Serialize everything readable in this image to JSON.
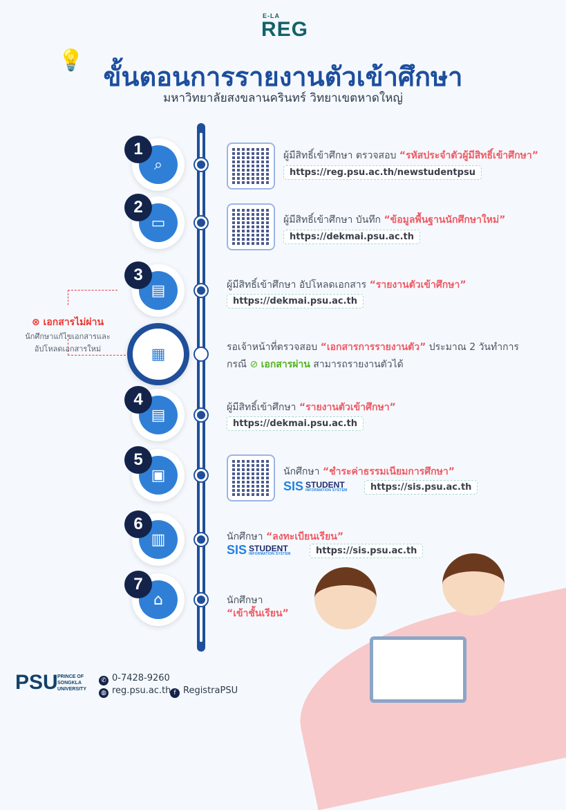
{
  "header": {
    "logo_top": "E-LA",
    "logo": "REG",
    "title": "ขั้นตอนการรายงานตัวเข้าศึกษา",
    "subtitle": "มหาวิทยาลัยสงขลานครินทร์ วิทยาเขตหาดใหญ่"
  },
  "steps": [
    {
      "num": "1",
      "icon": "search-user-icon",
      "text": "ผู้มีสิทธิ์เข้าศึกษา ตรวจสอบ ",
      "highlight": "“รหัสประจำตัวผู้มีสิทธิ์เข้าศึกษา”",
      "url": "https://reg.psu.ac.th/newstudentpsu"
    },
    {
      "num": "2",
      "icon": "computer-form-icon",
      "text": "ผู้มีสิทธิ์เข้าศึกษา บันทึก ",
      "highlight": "“ข้อมูลพื้นฐานนักศึกษาใหม่”",
      "url": "https://dekmai.psu.ac.th"
    },
    {
      "num": "3",
      "icon": "document-upload-icon",
      "text": "ผู้มีสิทธิ์เข้าศึกษา อัปโหลดเอกสาร ",
      "highlight": "“รายงานตัวเข้าศึกษา”",
      "url": "https://dekmai.psu.ac.th"
    },
    {
      "num": "4",
      "icon": "document-check-icon",
      "text": "ผู้มีสิทธิ์เข้าศึกษา ",
      "highlight": "“รายงานตัวเข้าศึกษา”",
      "url": "https://dekmai.psu.ac.th"
    },
    {
      "num": "5",
      "icon": "wallet-icon",
      "text": "นักศึกษา ",
      "highlight": "“ชำระค่าธรรมเนียมการศึกษา”",
      "url": "https://sis.psu.ac.th"
    },
    {
      "num": "6",
      "icon": "clipboard-icon",
      "text": "นักศึกษา ",
      "highlight": "“ลงทะเบียนเรียน”",
      "url": "https://sis.psu.ac.th"
    },
    {
      "num": "7",
      "icon": "graduation-icon",
      "text": "นักศึกษา",
      "highlight": "“เข้าชั้นเรียน”"
    }
  ],
  "wait": {
    "line1": "รอเจ้าหน้าที่ตรวจสอบ ",
    "highlight": "“เอกสารการรายงานตัว”",
    "line1_end": " ประมาณ 2 วันทำการ",
    "line2_start": "กรณี ",
    "pass": "เอกสารผ่าน",
    "line2_end": " สามารถรายงานตัวได้"
  },
  "fail": {
    "title": "เอกสารไม่ผ่าน",
    "desc1": "นักศึกษาแก้ไขเอกสารและ",
    "desc2": "อัปโหลดเอกสารใหม่"
  },
  "sis": {
    "logo": "SIS",
    "name": "STUDENT",
    "tag": "INFORMATION SYSTEM"
  },
  "footer": {
    "psu": "PSU",
    "uni1": "PRINCE OF",
    "uni2": "SONGKLA",
    "uni3": "UNIVERSITY",
    "phone": "0-7428-9260",
    "web": "reg.psu.ac.th",
    "facebook": "RegistraPSU"
  },
  "colors": {
    "primary": "#1f4f9a",
    "accent": "#ef5a64",
    "pass": "#52b31c",
    "fail": "#f0342f"
  }
}
